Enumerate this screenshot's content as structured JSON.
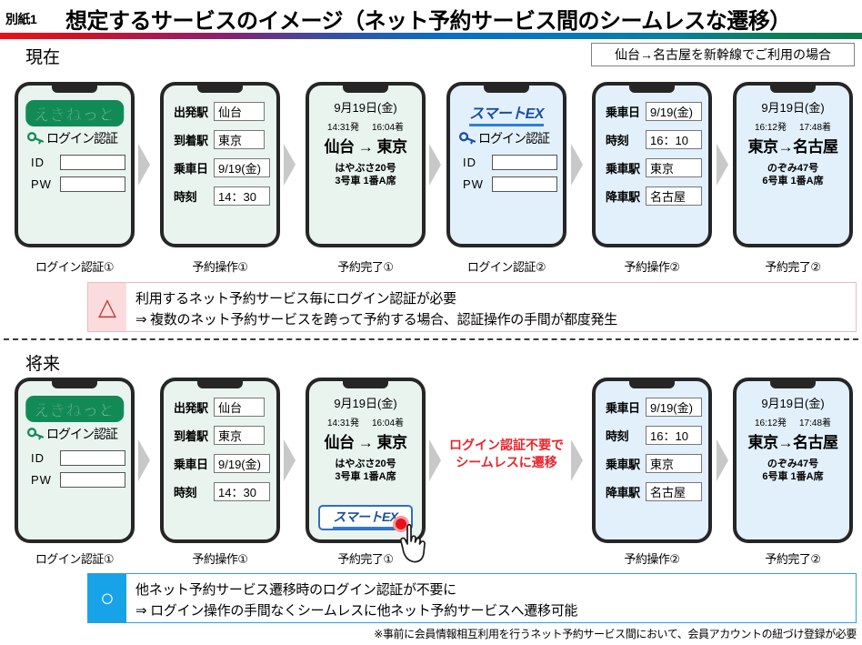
{
  "header": {
    "tag": "別紙1",
    "title": "想定するサービスのイメージ（ネット予約サービス間のシームレスな遷移）",
    "gradient": [
      "#e8131a",
      "#8a2070",
      "#0b6fc4",
      "#0f7a4a"
    ]
  },
  "case_note": "仙台→名古屋を新幹線でご利用の場合",
  "sections": {
    "current": {
      "label": "現在"
    },
    "future": {
      "label": "将来"
    }
  },
  "brands": {
    "ekinet": {
      "name": "えきねっと",
      "color": "#128a56"
    },
    "smartex": {
      "name": "スマートEX",
      "color": "#1a4fa0"
    }
  },
  "login_card": {
    "login_label": "ログイン認証",
    "id_label": "ID",
    "pw_label": "PW",
    "id_value": "",
    "pw_value": ""
  },
  "reserve_form_1": {
    "rows": [
      {
        "label": "出発駅",
        "value": "仙台"
      },
      {
        "label": "到着駅",
        "value": "東京"
      },
      {
        "label": "乗車日",
        "value": "9/19(金)"
      },
      {
        "label": "時刻",
        "value": "14：30"
      }
    ]
  },
  "reserve_form_2": {
    "rows": [
      {
        "label": "乗車日",
        "value": "9/19(金)"
      },
      {
        "label": "時刻",
        "value": "16：10"
      },
      {
        "label": "乗車駅",
        "value": "東京"
      },
      {
        "label": "降車駅",
        "value": "名古屋"
      }
    ]
  },
  "ticket_1": {
    "date": "9月19日(金)",
    "depart_time": "14:31発",
    "arrive_time": "16:04着",
    "route": "仙台 → 東京",
    "train": "はやぶさ20号",
    "seat": "3号車 1番A席"
  },
  "ticket_2": {
    "date": "9月19日(金)",
    "depart_time": "16:12発",
    "arrive_time": "17:48着",
    "route": "東京→名古屋",
    "train": "のぞみ47号",
    "seat": "6号車 1番A席"
  },
  "captions": {
    "login1": "ログイン認証①",
    "reserve1": "予約操作①",
    "done1": "予約完了①",
    "login2": "ログイン認証②",
    "reserve2": "予約操作②",
    "done2": "予約完了②"
  },
  "red_note": {
    "line1": "ログイン認証不要で",
    "line2": "シームレスに遷移",
    "color": "#e8242c"
  },
  "warn_box": {
    "mark": "△",
    "line1": "利用するネット予約サービス毎にログイン認証が必要",
    "line2": "⇒ 複数のネット予約サービスを跨って予約する場合、認証操作の手間が都度発生",
    "accent": "#fbdcde"
  },
  "ok_box": {
    "mark": "○",
    "line1": "他ネット予約サービス遷移時のログイン認証が不要に",
    "line2": "⇒ ログイン操作の手間なくシームレスに他ネット予約サービスへ遷移可能",
    "accent": "#18a2e8"
  },
  "footnote": "※事前に会員情報相互利用を行うネット予約サービス間において、会員アカウントの紐づけ登録が必要"
}
